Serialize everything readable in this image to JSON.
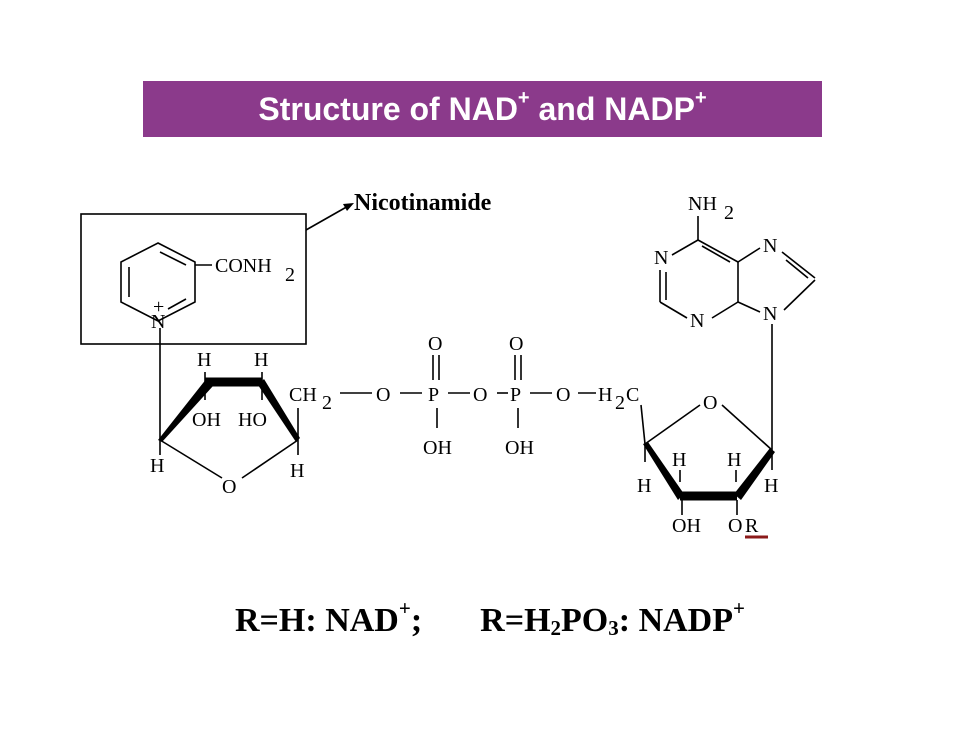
{
  "title": {
    "main": "Structure of NAD",
    "sup1": "+",
    "mid": " and NADP",
    "sup2": "+"
  },
  "colors": {
    "banner_bg": "#8b3a8b",
    "banner_text": "#ffffff",
    "underline": "#8b1a1a"
  },
  "labels": {
    "nicotinamide": "Nicotinamide",
    "conh": "CONH",
    "two": "2",
    "n_plus": "N",
    "plus": "+",
    "h": "H",
    "oh": "OH",
    "ho": "HO",
    "o": "O",
    "ch": "CH",
    "p": "P",
    "hc_h": "H",
    "hc_c": "C",
    "nh": "NH",
    "n": "N",
    "o_r_o": "O",
    "o_r_r": "R"
  },
  "caption": {
    "part1": "R=H: NAD",
    "sup1": "+",
    "semi": ";",
    "part2a": "R=H",
    "sub1": "2",
    "part2b": "PO",
    "sub2": "3",
    "part2c": ": NADP",
    "sup2": "+"
  }
}
